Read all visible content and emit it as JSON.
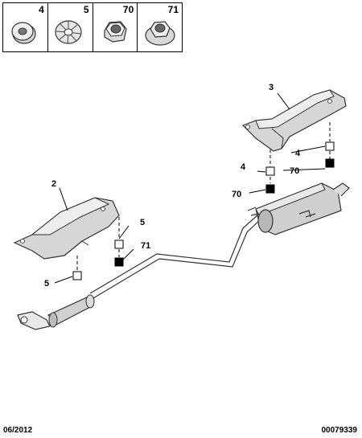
{
  "legend": [
    {
      "ref": "4",
      "icon": "washer-icon"
    },
    {
      "ref": "5",
      "icon": "clip-nut-icon"
    },
    {
      "ref": "70",
      "icon": "hex-nut-icon"
    },
    {
      "ref": "71",
      "icon": "flange-nut-icon"
    }
  ],
  "callouts": {
    "c3": "3",
    "c2": "2",
    "c4": "4",
    "c4b": "4",
    "c5a": "5",
    "c5b": "5",
    "c70a": "70",
    "c70b": "70",
    "c71": "71"
  },
  "footer": {
    "date": "06/2012",
    "ref": "00079339"
  }
}
